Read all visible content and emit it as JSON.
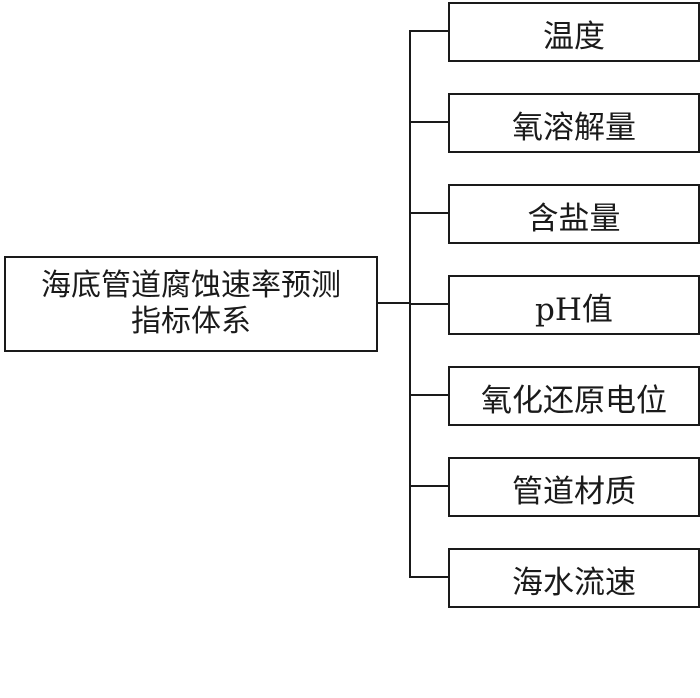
{
  "diagram": {
    "root": {
      "label": "海底管道腐蚀速率预测\n指标体系"
    },
    "children": [
      {
        "label": "温度"
      },
      {
        "label": "氧溶解量"
      },
      {
        "label": "含盐量"
      },
      {
        "label": "pH值"
      },
      {
        "label": "氧化还原电位"
      },
      {
        "label": "管道材质"
      },
      {
        "label": "海水流速"
      }
    ]
  }
}
